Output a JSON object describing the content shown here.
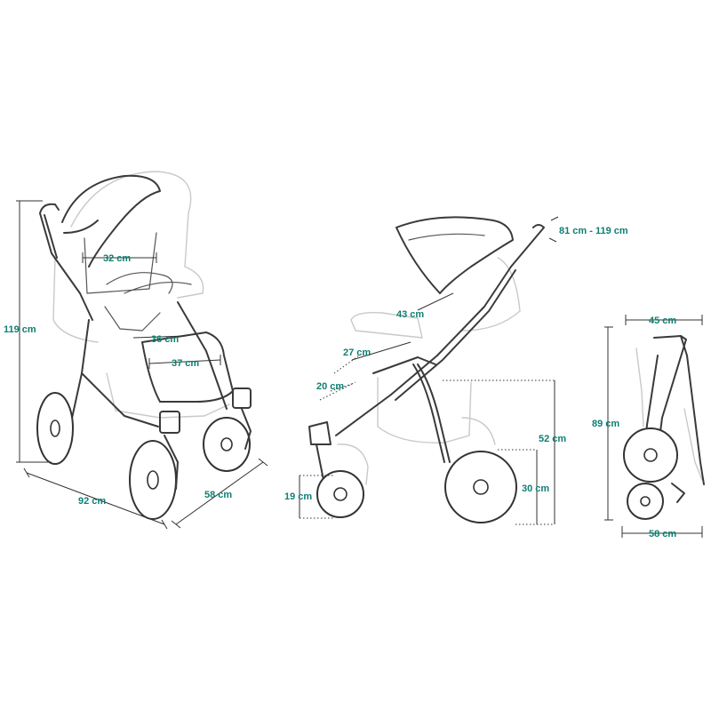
{
  "colors": {
    "label": "#0f7f72",
    "outline": "#3a3a3a",
    "ghost": "#c9c9c9"
  },
  "front_view": {
    "height": "119 cm",
    "backrest_width": "32 cm",
    "seat_width": "36 cm",
    "footrest_width": "37 cm",
    "length": "92 cm",
    "width": "58 cm"
  },
  "side_view": {
    "handle_height": "81 cm - 119 cm",
    "backrest_length": "43 cm",
    "seat_depth": "27 cm",
    "footrest_length": "20 cm",
    "front_wheel": "19 cm",
    "seat_height": "52 cm",
    "rear_wheel": "30 cm"
  },
  "folded_view": {
    "depth": "45 cm",
    "height": "89 cm",
    "width": "58 cm"
  }
}
